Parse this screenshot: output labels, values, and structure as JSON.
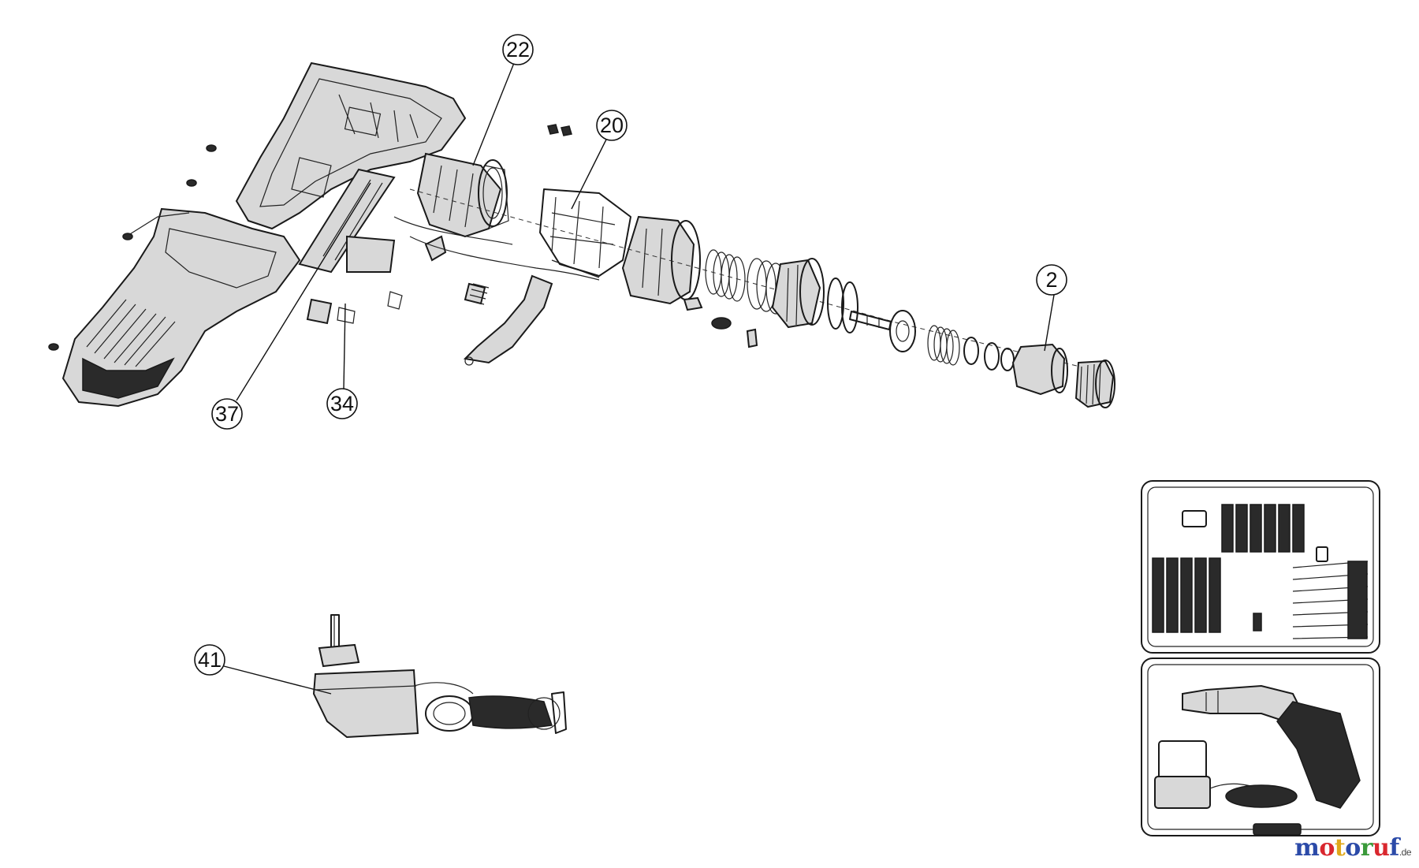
{
  "callouts": {
    "c22": "22",
    "c20": "20",
    "c2": "2",
    "c37": "37",
    "c34": "34",
    "c41": "41"
  },
  "watermark": {
    "letters": [
      "m",
      "o",
      "t",
      "o",
      "r",
      "u",
      "f"
    ],
    "letter_colors": [
      "#2b4aa8",
      "#d9272e",
      "#e0a81b",
      "#2b4aa8",
      "#3a9a3a",
      "#d9272e",
      "#2b4aa8"
    ],
    "suffix": ".de"
  }
}
